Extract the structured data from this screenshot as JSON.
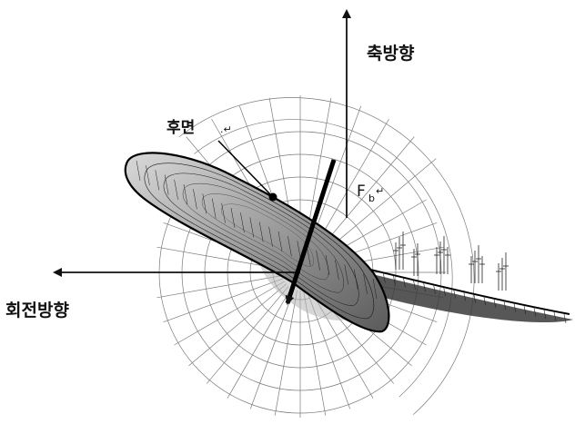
{
  "labels": {
    "axial_direction": "축방향",
    "rotation_direction": "회전방향",
    "back_face": "후면",
    "force_symbol": "F",
    "force_subscript": "b",
    "return_mark": "↵",
    "back_face_mark": ".↵"
  },
  "colors": {
    "ink": "#111111",
    "grid": "#777777",
    "blade_shade": "#8a8a8a"
  }
}
